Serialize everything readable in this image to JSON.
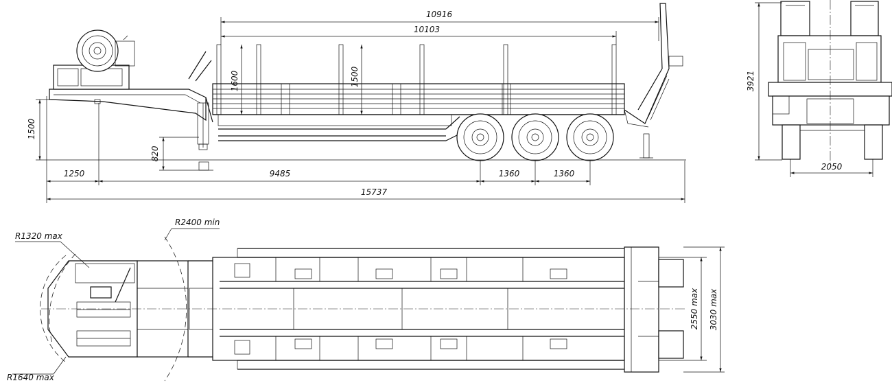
{
  "dimensions": {
    "loading_length": "10916",
    "platform_length": "10103",
    "stake_height_front": "1600",
    "stake_height_mid": "1500",
    "coupling_height": "1500",
    "support_height": "820",
    "front_overhang": "1250",
    "wheelbase": "9485",
    "axle_spacing_1": "1360",
    "axle_spacing_2": "1360",
    "overall_length": "15737",
    "overall_height": "3921",
    "track_width": "2050",
    "width_max": "2550 max",
    "width_max_with_ramps": "3030 max",
    "radius_front": "R1320 max",
    "radius_turning": "R2400 min",
    "radius_outer": "R1640 max"
  },
  "colors": {
    "line": "#111111",
    "background": "#ffffff"
  }
}
